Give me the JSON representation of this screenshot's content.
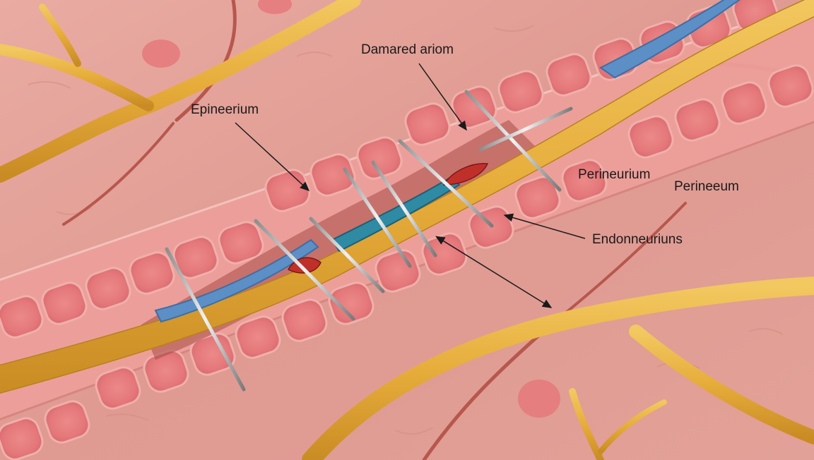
{
  "labels": {
    "damaged_axon": "Damared ariom",
    "epineurium": "Epineerium",
    "perineurium_1": "Perineurium",
    "perineurium_2": "Perineeum",
    "endoneurium": "Endonneuriuns"
  },
  "colors": {
    "tissue_background": "#e3a49b",
    "nerve_fascicle": "#eb9c98",
    "fascicle_cells": "#e77a7c",
    "nerve_yellow": "#e8b440",
    "blood_vessel_blue": "#5c8fc6",
    "damaged_region": "#a84a45",
    "suture_metal": "#c9c9c9",
    "exposed_axon_teal": "#2f8aa4"
  }
}
